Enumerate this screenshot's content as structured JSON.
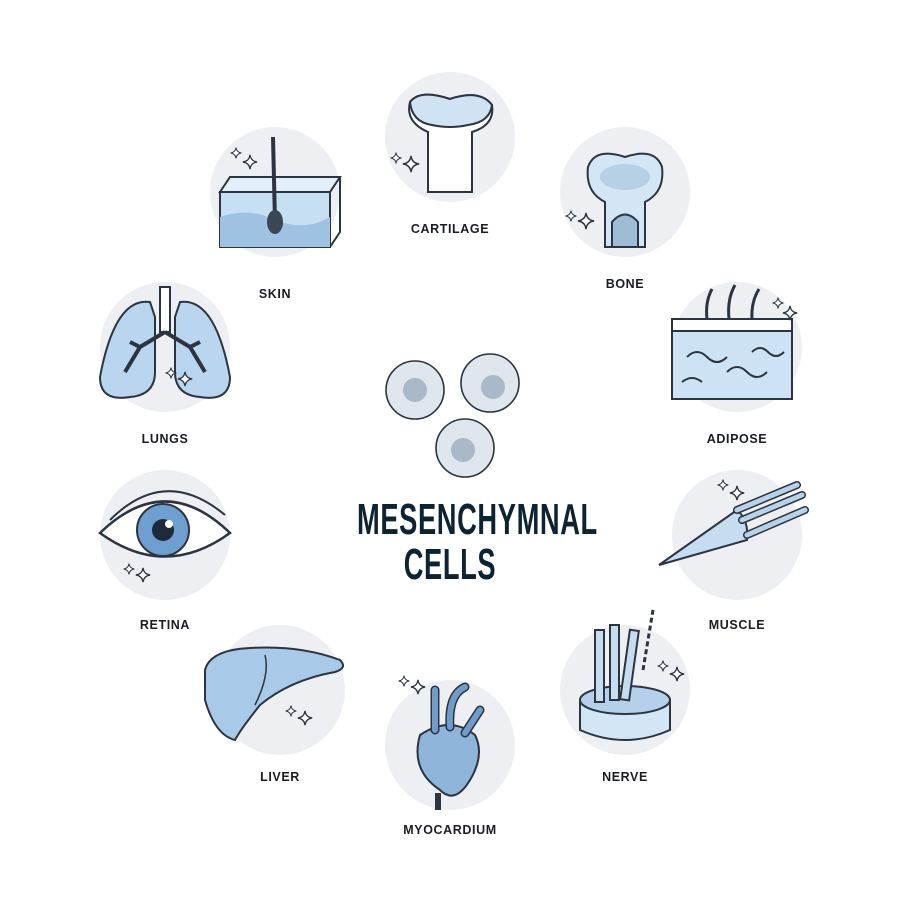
{
  "title": {
    "line1": "MESENCHYMNAL",
    "line2": "CELLS"
  },
  "colors": {
    "title": "#0d2233",
    "icon_fill": "#bcd8ef",
    "icon_dark": "#8fb3d3",
    "outline": "#2c3440",
    "circle": "#eeeff2"
  },
  "nodes": [
    {
      "id": "cartilage",
      "label": "CARTILAGE",
      "icon": "cartilage-icon"
    },
    {
      "id": "bone",
      "label": "BONE",
      "icon": "bone-icon"
    },
    {
      "id": "adipose",
      "label": "ADIPOSE",
      "icon": "adipose-icon"
    },
    {
      "id": "muscle",
      "label": "MUSCLE",
      "icon": "muscle-icon"
    },
    {
      "id": "nerve",
      "label": "NERVE",
      "icon": "nerve-icon"
    },
    {
      "id": "myocardium",
      "label": "MYOCARDIUM",
      "icon": "heart-icon"
    },
    {
      "id": "liver",
      "label": "LIVER",
      "icon": "liver-icon"
    },
    {
      "id": "retina",
      "label": "RETINA",
      "icon": "eye-icon"
    },
    {
      "id": "lungs",
      "label": "LUNGS",
      "icon": "lungs-icon"
    },
    {
      "id": "skin",
      "label": "SKIN",
      "icon": "skin-icon"
    }
  ]
}
